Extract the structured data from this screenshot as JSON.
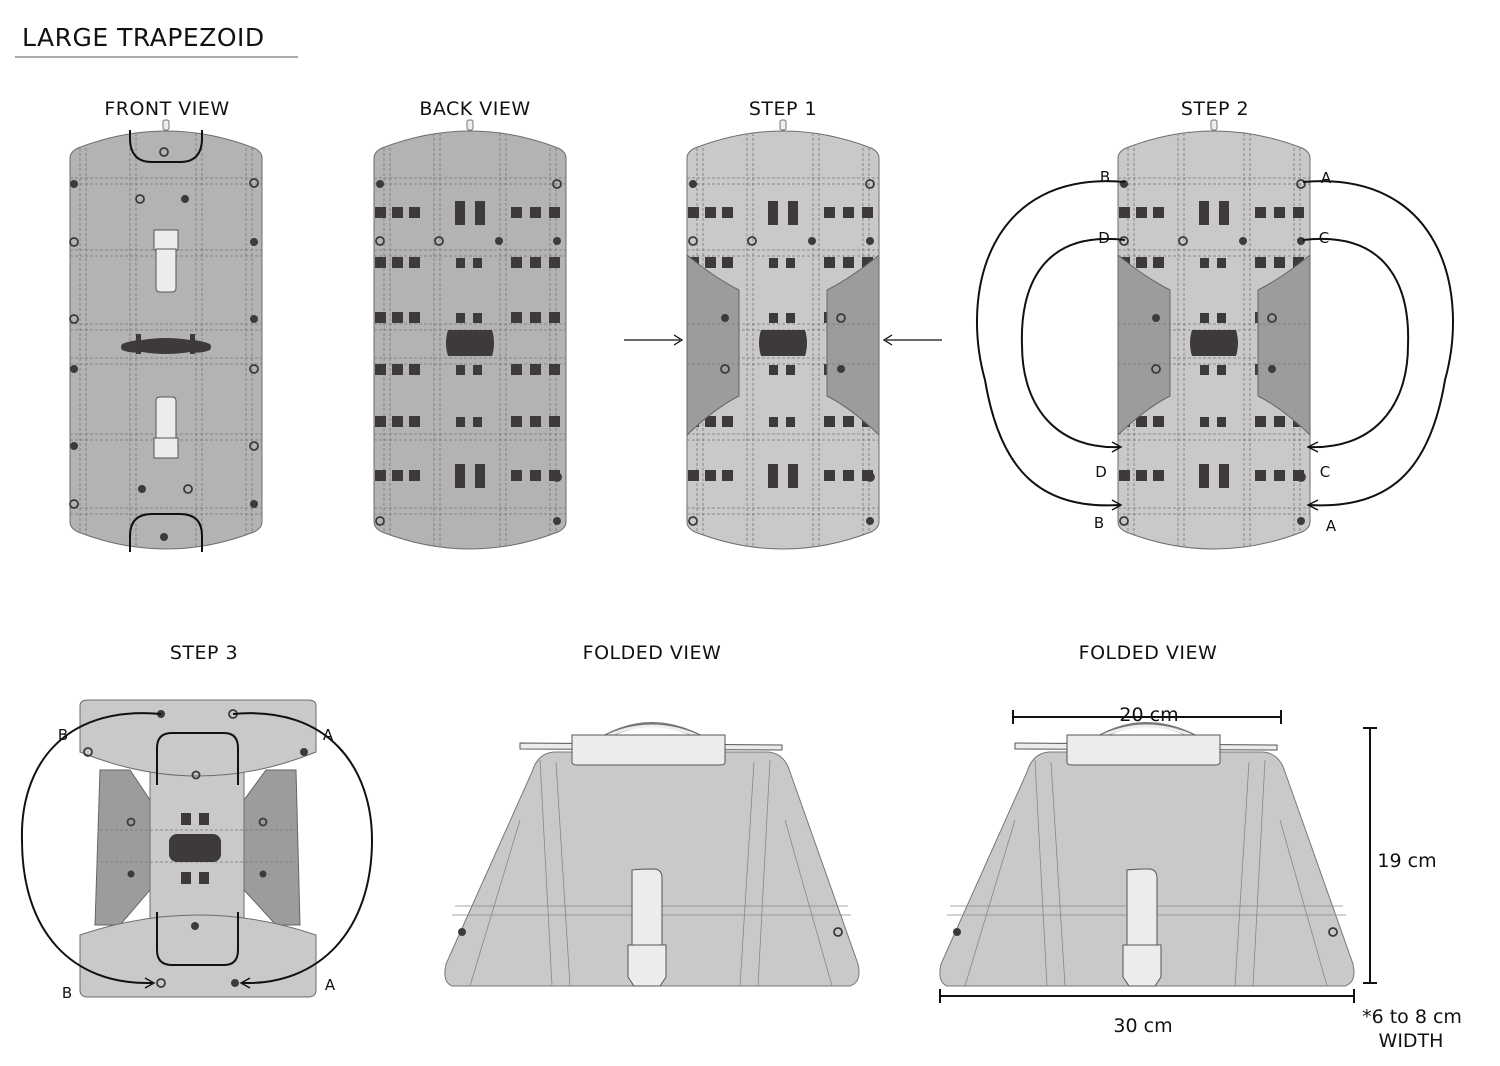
{
  "title": "LARGE TRAPEZOID",
  "views": {
    "front": "FRONT VIEW",
    "back": "BACK VIEW",
    "step1": "STEP 1",
    "step2": "STEP 2",
    "step3": "STEP 3",
    "folded1": "FOLDED VIEW",
    "folded2": "FOLDED VIEW"
  },
  "step2_points": {
    "b_top": "B",
    "a_top": "A",
    "d_top": "D",
    "c_top": "C",
    "d_bottom": "D",
    "c_bottom": "C",
    "b_bottom": "B",
    "a_bottom": "A"
  },
  "step3_points": {
    "b_top": "B",
    "a_top": "A",
    "b_bottom": "B",
    "a_bottom": "A"
  },
  "dimensions": {
    "top_width": "20 cm",
    "height": "19 cm",
    "bottom_width": "30 cm",
    "depth_note": "*6 to 8 cm",
    "depth_label": "WIDTH"
  },
  "colors": {
    "panel": "#b3b3b3",
    "panel_light": "#c9c9c9",
    "dark": "#3f3a3a"
  }
}
